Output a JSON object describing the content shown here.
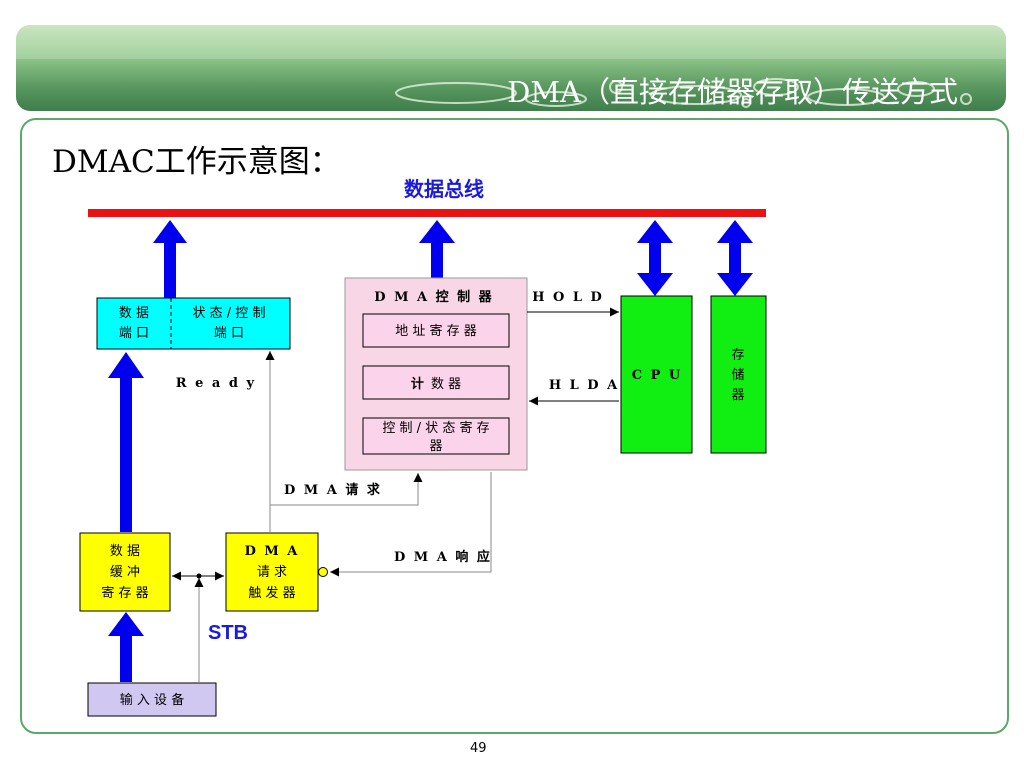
{
  "header": {
    "title": "DMA（直接存储器存取）传送方式"
  },
  "subtitle": "DMAC工作示意图：",
  "page_number": "49",
  "diagram": {
    "bus_label": "数据总线",
    "data_port": [
      "数 据",
      "端 口"
    ],
    "status_port": [
      "状 态 / 控 制",
      "端 口"
    ],
    "dmac_title": "D M A 控 制 器",
    "address_register": "地 址 寄 存 器",
    "counter_bold": "计",
    "counter_rest": "数 器",
    "control_register": [
      "控 制 / 状 态 寄 存",
      "器"
    ],
    "cpu": "C P U",
    "memory": [
      "存",
      "储",
      "器"
    ],
    "hold": "H O L D",
    "hlda": "H L D A",
    "ready": "R e a d y",
    "dma_request_signal": "D M A 请 求",
    "dma_response_signal": "D M A 响 应",
    "buffer_register": [
      "数 据",
      "缓 冲",
      "寄 存 器"
    ],
    "trigger": [
      "D M A",
      "请 求",
      "触 发 器"
    ],
    "stb": "STB",
    "input_device": "输 入 设 备"
  },
  "colors": {
    "bus": "#ee1111",
    "arrow": "#0000ee",
    "port": "#00ffff",
    "dmac": "#f9d6e6",
    "dmac_register": "#fbd3ea",
    "cpu": "#11ee11",
    "buffer": "#ffff00",
    "input_device": "#d0c8f0",
    "bus_label": "#1a1adf",
    "frame": "#5aa86a"
  }
}
